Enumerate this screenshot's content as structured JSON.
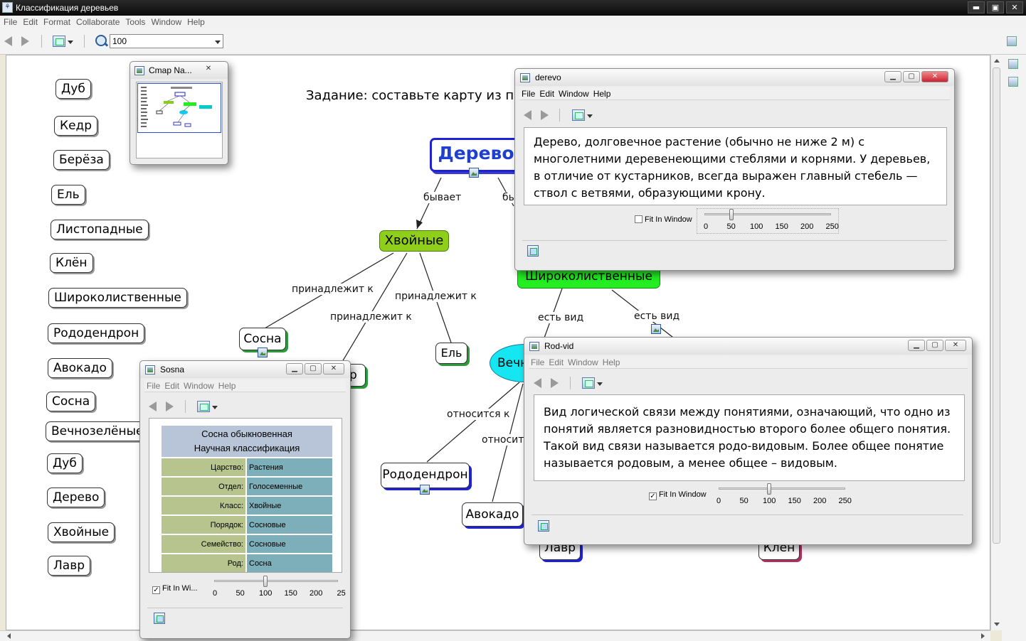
{
  "app": {
    "title": "Классификация деревьев",
    "menu": [
      "File",
      "Edit",
      "Format",
      "Collaborate",
      "Tools",
      "Window",
      "Help"
    ],
    "zoom": "100"
  },
  "sidebar_tags": [
    "Дуб",
    "Кедр",
    "Берёза",
    "Ель",
    "Листопадные",
    "Клён",
    "Широколиственные",
    "Рододендрон",
    "Авокадо",
    "Сосна",
    "Вечнозелёные",
    "Дуб",
    "Дерево",
    "Хвойные",
    "Лавр"
  ],
  "map": {
    "task": "Задание: составьте карту из пр",
    "nodes": {
      "derevo": "Дерево",
      "hvoynye": "Хвойные",
      "shirok": "Широколиственные",
      "sosna": "Сосна",
      "kedr_partial": "р",
      "el": "Ель",
      "vechn_partial": "Вечн",
      "rododendron": "Рододендрон",
      "avokado": "Авокадо",
      "lavr": "Лавр",
      "klen": "Клен"
    },
    "links": {
      "byvaet": "бывает",
      "byvaet2": "бы",
      "prinadl1": "принадлежит к",
      "prinadl2": "принадлежит к",
      "prinadl3": "принадлежит к",
      "est_vid1": "есть вид",
      "est_vid2": "есть вид",
      "otnositsya1": "относится к",
      "otnositsya2": "относитс"
    }
  },
  "navigator": {
    "title": "Cmap Na..."
  },
  "derevo_win": {
    "title": "derevo",
    "menu": [
      "File",
      "Edit",
      "Window",
      "Help"
    ],
    "text": "Дерево, долговечное растение (обычно не ниже 2 м) с многолетними деревенеющими стеблями и корнями. У деревьев, в отличие от кустарников, всегда выражен главный стебель — ствол с ветвями, образующими крону.",
    "fit": "Fit In Window",
    "fit_checked": false,
    "slider_value": 50,
    "ticks": [
      "0",
      "50",
      "100",
      "150",
      "200",
      "250"
    ]
  },
  "rodvid_win": {
    "title": "Rod-vid",
    "menu": [
      "File",
      "Edit",
      "Window",
      "Help"
    ],
    "text": "Вид логической связи между понятиями, означающий, что одно из понятий является разновидностью второго более общего понятия. Такой вид связи называется родо-видовым.  Более общее понятие называется родовым, а менее общее – видовым.",
    "fit": "Fit In Window",
    "fit_checked": true,
    "slider_value": 100,
    "ticks": [
      "0",
      "50",
      "100",
      "150",
      "200",
      "250"
    ]
  },
  "sosna_win": {
    "title": "Sosna",
    "menu": [
      "File",
      "Edit",
      "Window",
      "Help"
    ],
    "header1": "Сосна обыкновенная",
    "header2": "Научная классификация",
    "rows": [
      {
        "k": "Царство:",
        "v": "Растения"
      },
      {
        "k": "Отдел:",
        "v": "Голосеменные"
      },
      {
        "k": "Класс:",
        "v": "Хвойные"
      },
      {
        "k": "Порядок:",
        "v": "Сосновые"
      },
      {
        "k": "Семейство:",
        "v": "Сосновые"
      },
      {
        "k": "Род:",
        "v": "Сосна"
      }
    ],
    "fit": "Fit In Wi...",
    "fit_checked": true,
    "slider_value": 100,
    "ticks": [
      "0",
      "50",
      "100",
      "150",
      "200",
      "25"
    ]
  },
  "colors": {
    "derevo_border": "#1d22d6",
    "derevo_text": "#1e3fcf",
    "hvoynye_fill": "#8fce1a",
    "shirok_fill": "#22ee22",
    "vechn_fill": "#16e6f2"
  }
}
